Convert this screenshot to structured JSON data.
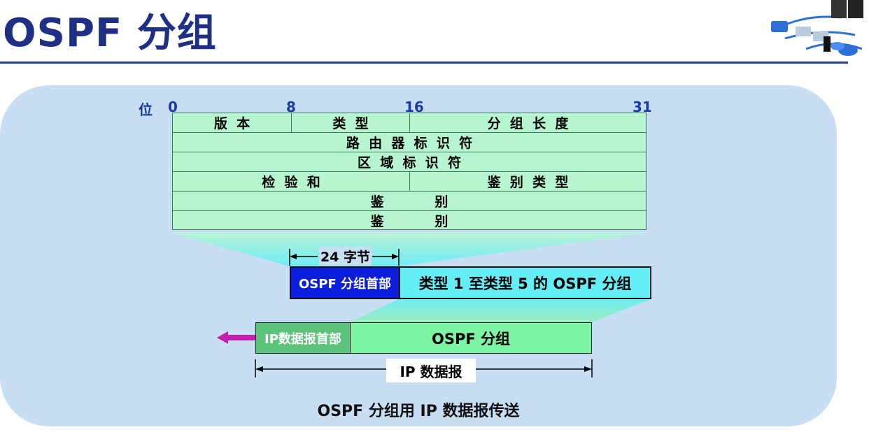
{
  "slide": {
    "title": "OSPF 分组",
    "caption": "OSPF 分组用 IP 数据报传送"
  },
  "bit_axis": {
    "label": "位",
    "marks": [
      "0",
      "8",
      "16",
      "31"
    ]
  },
  "header_table": {
    "rows": [
      [
        "版  本",
        "类  型",
        "分  组  长  度"
      ],
      [
        "路  由  器  标  识  符"
      ],
      [
        "区  域  标  识  符"
      ],
      [
        "检  验  和",
        "鉴  别  类  型"
      ],
      [
        "鉴           别"
      ],
      [
        "鉴           别"
      ]
    ]
  },
  "ospf_packet": {
    "header_size_label": "24 字节",
    "header_label": "OSPF 分组首部",
    "body_label": "类型 1 至类型 5 的 OSPF 分组"
  },
  "ip_datagram": {
    "header_label": "IP数据报首部",
    "payload_label": "OSPF 分组",
    "span_label": "IP 数据报"
  },
  "colors": {
    "title": "#1f2f86",
    "panel": "#c7def3",
    "table_fill": "#b6f5cf",
    "ospf_header_fill": "#0a1edc",
    "ospf_body_fill": "#66eef7",
    "ip_header_fill": "#5cc47a",
    "ip_payload_fill": "#7ef5a3",
    "arrow": "#c21fb0"
  },
  "icons": [
    "network-topology-icon",
    "left-arrow-icon"
  ]
}
